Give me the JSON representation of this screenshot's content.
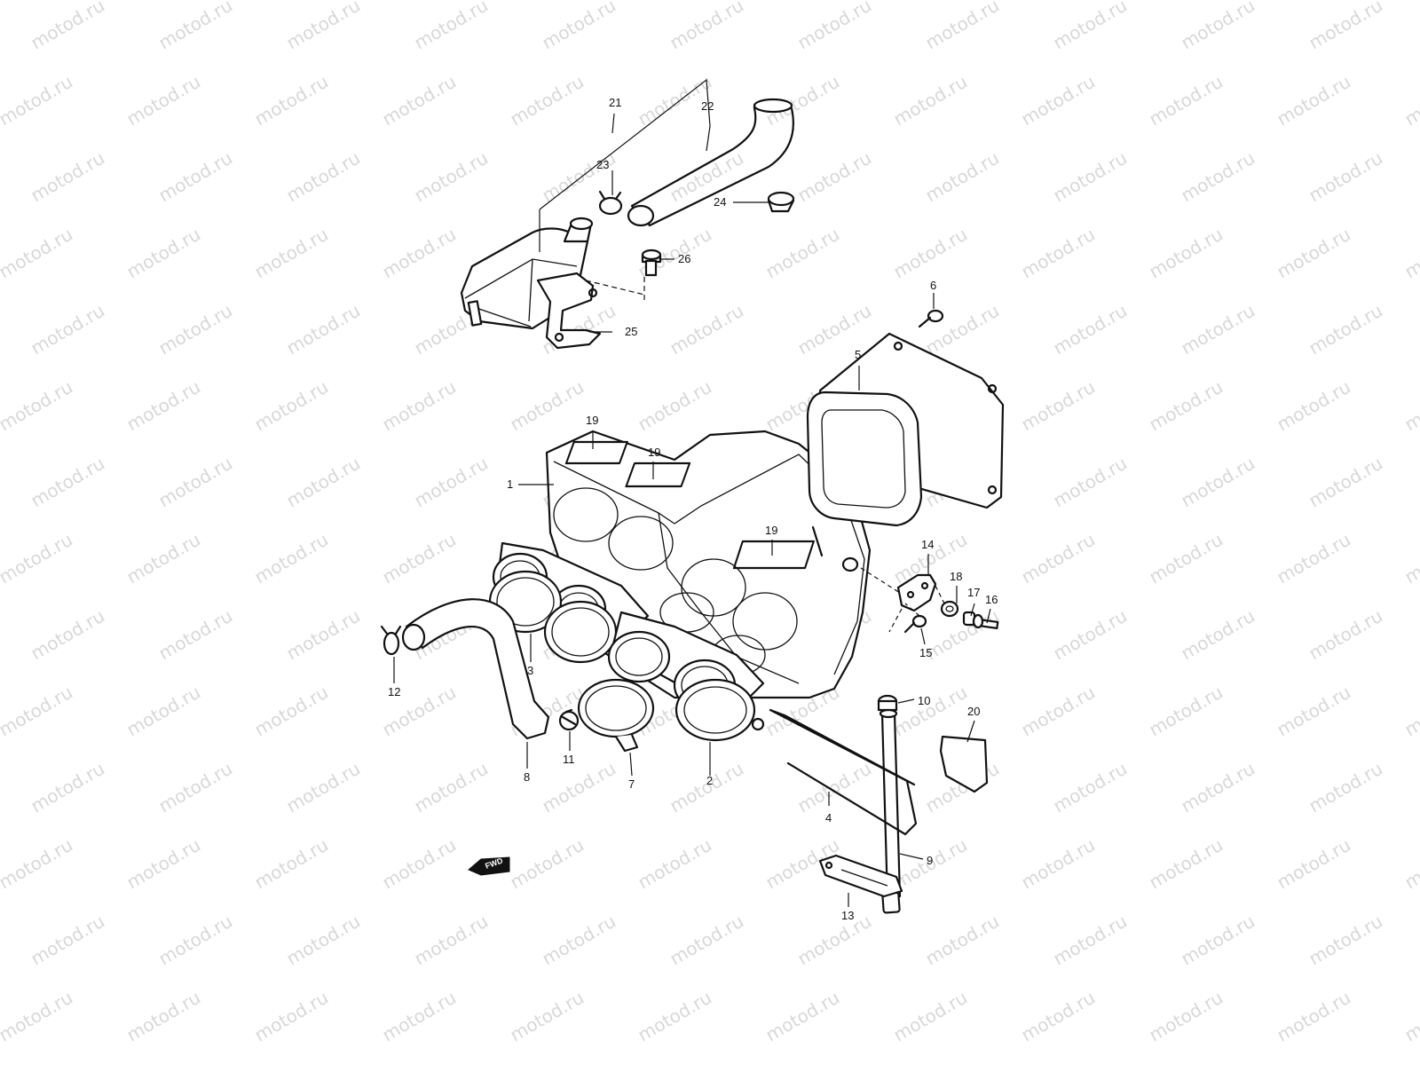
{
  "watermark": {
    "text": "motod.ru",
    "color": "#d8d8d8"
  },
  "direction_marker": {
    "label": "FWD"
  },
  "callouts": [
    {
      "id": "c1",
      "number": "1"
    },
    {
      "id": "c2",
      "number": "2"
    },
    {
      "id": "c3",
      "number": "3"
    },
    {
      "id": "c4",
      "number": "4"
    },
    {
      "id": "c5",
      "number": "5"
    },
    {
      "id": "c6",
      "number": "6"
    },
    {
      "id": "c7",
      "number": "7"
    },
    {
      "id": "c8",
      "number": "8"
    },
    {
      "id": "c9",
      "number": "9"
    },
    {
      "id": "c10",
      "number": "10"
    },
    {
      "id": "c11",
      "number": "11"
    },
    {
      "id": "c12",
      "number": "12"
    },
    {
      "id": "c13",
      "number": "13"
    },
    {
      "id": "c14",
      "number": "14"
    },
    {
      "id": "c15",
      "number": "15"
    },
    {
      "id": "c16",
      "number": "16"
    },
    {
      "id": "c17",
      "number": "17"
    },
    {
      "id": "c18",
      "number": "18"
    },
    {
      "id": "c19a",
      "number": "19"
    },
    {
      "id": "c19b",
      "number": "19"
    },
    {
      "id": "c19c",
      "number": "19"
    },
    {
      "id": "c20",
      "number": "20"
    },
    {
      "id": "c21",
      "number": "21"
    },
    {
      "id": "c22",
      "number": "22"
    },
    {
      "id": "c23",
      "number": "23"
    },
    {
      "id": "c24",
      "number": "24"
    },
    {
      "id": "c25",
      "number": "25"
    },
    {
      "id": "c26",
      "number": "26"
    }
  ]
}
